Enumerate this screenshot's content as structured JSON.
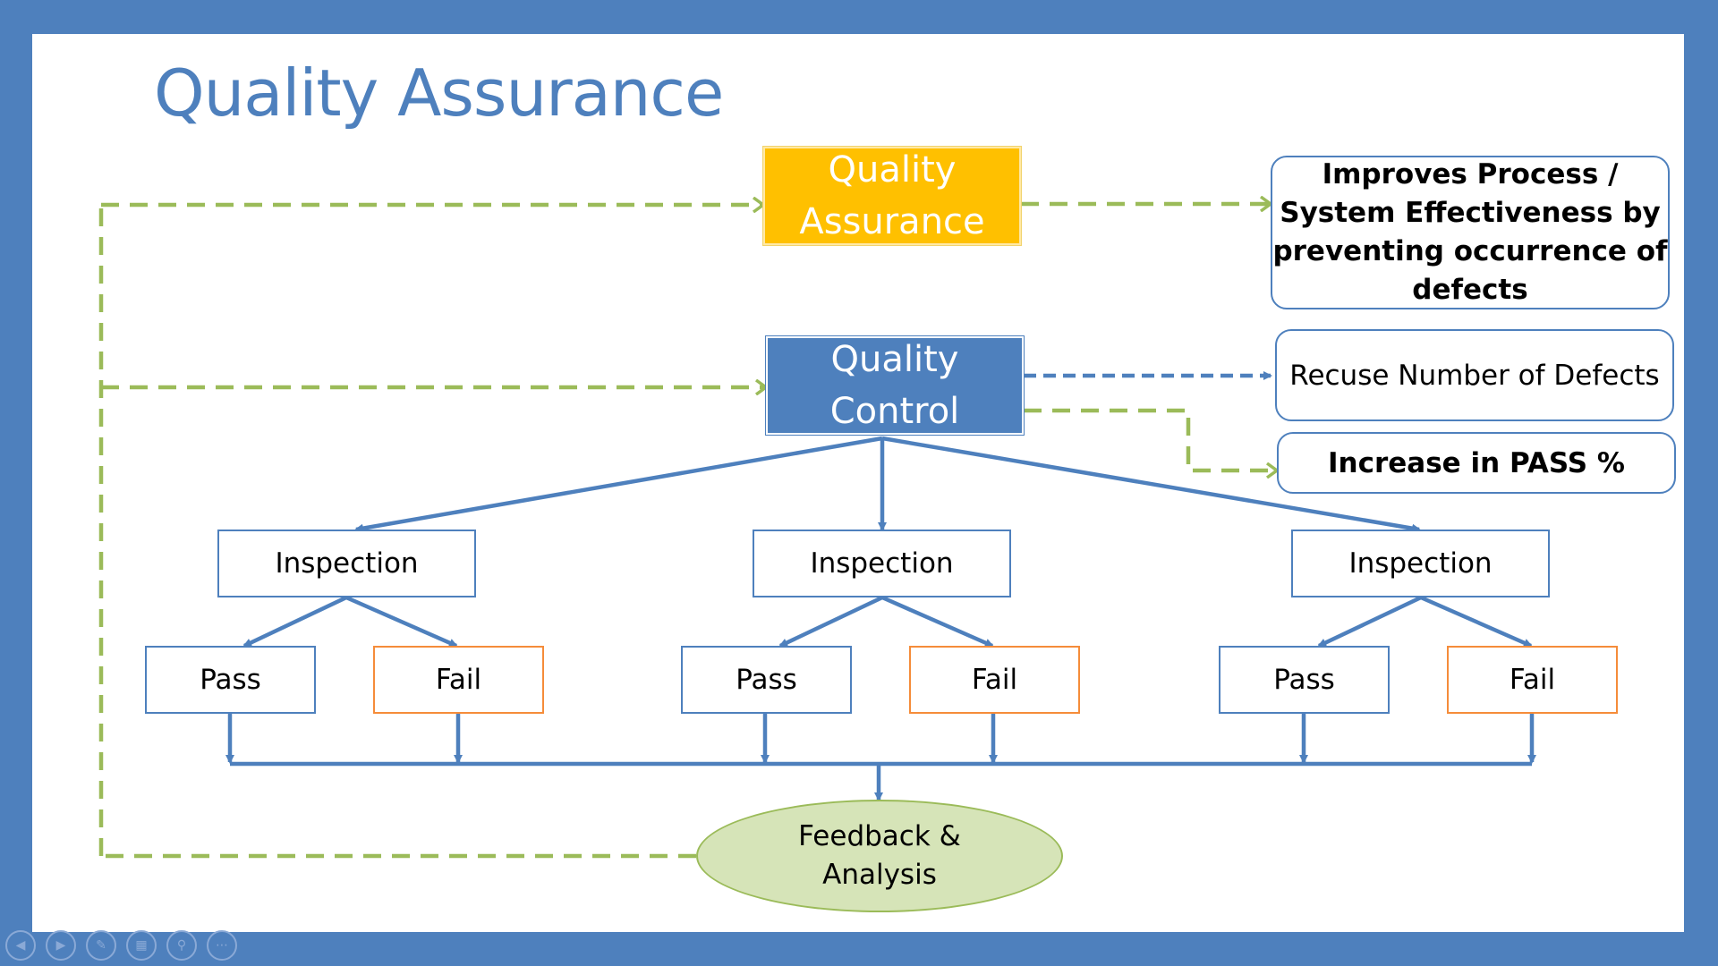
{
  "slide": {
    "title": "Quality Assurance"
  },
  "diagram": {
    "qa_box": {
      "line1": "Quality",
      "line2": "Assurance"
    },
    "qc_box": {
      "line1": "Quality",
      "line2": "Control"
    },
    "improves_box": {
      "line1": "Improves Process /",
      "line2": "System Effectiveness by",
      "line3": "preventing occurrence of",
      "line4": "defects"
    },
    "reduce_box": "Recuse Number of Defects",
    "pass_pct_box": "Increase in PASS %",
    "branches": [
      {
        "inspection": "Inspection",
        "pass": "Pass",
        "fail": "Fail"
      },
      {
        "inspection": "Inspection",
        "pass": "Pass",
        "fail": "Fail"
      },
      {
        "inspection": "Inspection",
        "pass": "Pass",
        "fail": "Fail"
      }
    ],
    "feedback": {
      "line1": "Feedback &",
      "line2": "Analysis"
    }
  },
  "colors": {
    "frame": "#4e80bd",
    "qa_fill": "#ffc000",
    "qc_fill": "#4e80bd",
    "dashed_green": "#9bbb59",
    "dashed_blue": "#4e80bd",
    "fail_border": "#f58c3a",
    "feedback_fill": "#d6e4b8"
  },
  "nav": {
    "buttons": [
      {
        "icon": "previous-icon",
        "glyph": "◀"
      },
      {
        "icon": "next-icon",
        "glyph": "▶"
      },
      {
        "icon": "pen-icon",
        "glyph": "✎"
      },
      {
        "icon": "slides-grid-icon",
        "glyph": "▦"
      },
      {
        "icon": "zoom-icon",
        "glyph": "⚲"
      },
      {
        "icon": "more-options-icon",
        "glyph": "⋯"
      }
    ]
  }
}
